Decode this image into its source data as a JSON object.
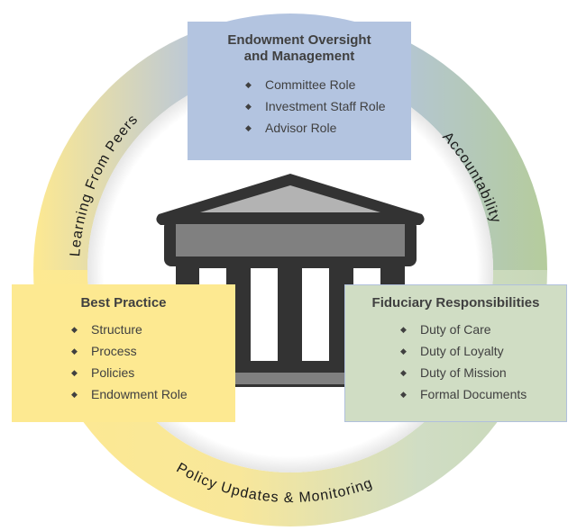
{
  "diagram": {
    "ring_labels": {
      "left": "Learning From Peers",
      "right": "Accountability",
      "bottom": "Policy Updates & Monitoring"
    },
    "center_icon": "institution-building-icon",
    "boxes": {
      "top": {
        "title_line1": "Endowment Oversight",
        "title_line2": "and Management",
        "items": [
          "Committee Role",
          "Investment Staff Role",
          "Advisor Role"
        ],
        "color": "#b3c4e0"
      },
      "left": {
        "title": "Best Practice",
        "items": [
          "Structure",
          "Process",
          "Policies",
          "Endowment Role"
        ],
        "color": "#fde991"
      },
      "right": {
        "title": "Fiduciary Responsibilities",
        "items": [
          "Duty of Care",
          "Duty of Loyalty",
          "Duty of Mission",
          "Formal Documents"
        ],
        "color": "#d0ddc4"
      }
    },
    "bullet_glyph": "◆",
    "ring_colors": {
      "blue": "#b3c4e0",
      "yellow": "#fde991",
      "green": "#b5cc9c",
      "pale_green": "#d0ddc4"
    }
  }
}
